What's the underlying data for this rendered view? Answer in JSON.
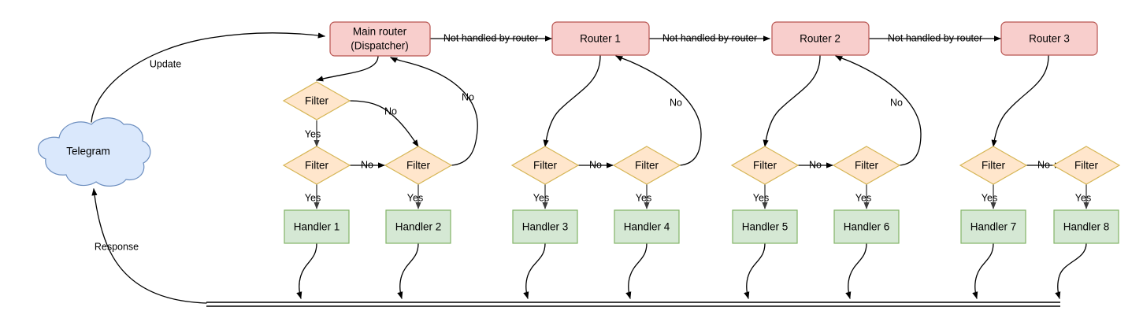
{
  "diagram": {
    "title": "Telegram bot update dispatch flow",
    "colors": {
      "router_fill": "#f8cecc",
      "router_stroke": "#b85450",
      "handler_fill": "#d5e8d4",
      "handler_stroke": "#82b366",
      "filter_fill": "#ffe6cc",
      "filter_stroke": "#d6b656",
      "cloud_fill": "#dae8fc",
      "cloud_stroke": "#6c8ebf",
      "edge_stroke": "#000000"
    },
    "cloud": {
      "label": "Telegram"
    },
    "routers": [
      {
        "id": "main",
        "line1": "Main router",
        "line2": "(Dispatcher)"
      },
      {
        "id": "r1",
        "line1": "Router 1",
        "line2": ""
      },
      {
        "id": "r2",
        "line1": "Router 2",
        "line2": ""
      },
      {
        "id": "r3",
        "line1": "Router 3",
        "line2": ""
      }
    ],
    "filters": [
      {
        "id": "f1",
        "label": "Filter"
      },
      {
        "id": "f2",
        "label": "Filter"
      },
      {
        "id": "f3",
        "label": "Filter"
      },
      {
        "id": "f4",
        "label": "Filter"
      },
      {
        "id": "f5",
        "label": "Filter"
      },
      {
        "id": "f6",
        "label": "Filter"
      },
      {
        "id": "f7",
        "label": "Filter"
      },
      {
        "id": "f8",
        "label": "Filter"
      },
      {
        "id": "f9",
        "label": "Filter"
      }
    ],
    "handlers": [
      {
        "id": "h1",
        "label": "Handler 1"
      },
      {
        "id": "h2",
        "label": "Handler 2"
      },
      {
        "id": "h3",
        "label": "Handler 3"
      },
      {
        "id": "h4",
        "label": "Handler 4"
      },
      {
        "id": "h5",
        "label": "Handler 5"
      },
      {
        "id": "h6",
        "label": "Handler 6"
      },
      {
        "id": "h7",
        "label": "Handler 7"
      },
      {
        "id": "h8",
        "label": "Handler 8"
      }
    ],
    "edge_labels": {
      "update": "Update",
      "response": "Response",
      "not_handled_1": "Not handled by router",
      "not_handled_2": "Not handled by router",
      "not_handled_3": "Not handled by router",
      "yes_1": "Yes",
      "yes_2": "Yes",
      "yes_3": "Yes",
      "yes_4": "Yes",
      "yes_5": "Yes",
      "yes_6": "Yes",
      "yes_7": "Yes",
      "yes_8": "Yes",
      "yes_9": "Yes",
      "no_main_a": "No",
      "no_main_b": "No",
      "no_main_c": "No",
      "no_r1_a": "No",
      "no_r1_b": "No",
      "no_r2_a": "No",
      "no_r2_b": "No",
      "no_r3_a": "No"
    }
  }
}
